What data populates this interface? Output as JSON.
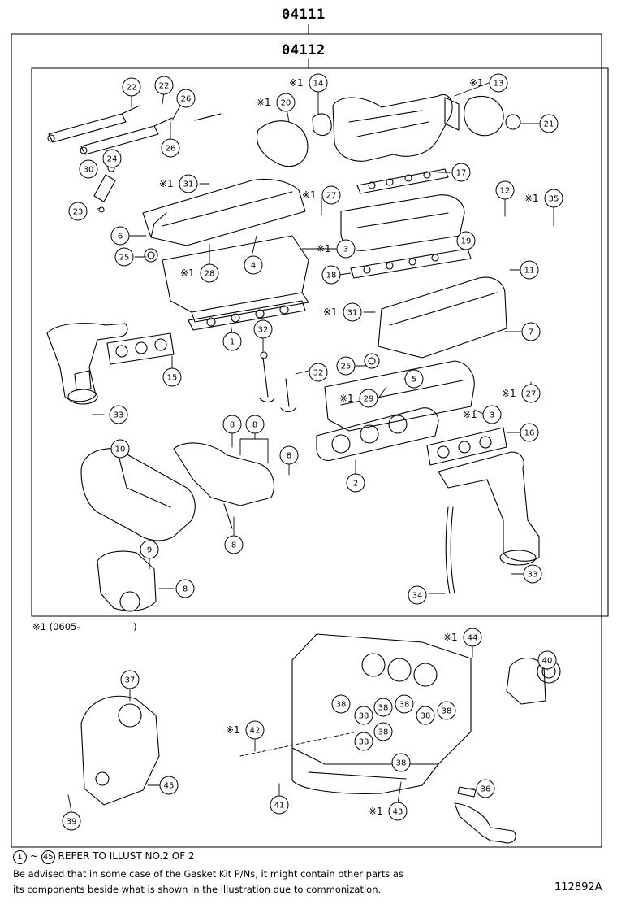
{
  "header": {
    "outer_part_number": "04111",
    "inner_part_number": "04112"
  },
  "date_note": {
    "mark": "※1",
    "text": "(0605-",
    "close": ")"
  },
  "callouts": [
    {
      "id": "c22a",
      "label": "22",
      "mark": ""
    },
    {
      "id": "c22b",
      "label": "22",
      "mark": ""
    },
    {
      "id": "c26a",
      "label": "26",
      "mark": ""
    },
    {
      "id": "c26b",
      "label": "26",
      "mark": ""
    },
    {
      "id": "c24",
      "label": "24",
      "mark": ""
    },
    {
      "id": "c30",
      "label": "30",
      "mark": ""
    },
    {
      "id": "c23",
      "label": "23",
      "mark": ""
    },
    {
      "id": "c20",
      "label": "20",
      "mark": "※1"
    },
    {
      "id": "c14",
      "label": "14",
      "mark": "※1"
    },
    {
      "id": "c13",
      "label": "13",
      "mark": "※1"
    },
    {
      "id": "c21",
      "label": "21",
      "mark": ""
    },
    {
      "id": "c17",
      "label": "17",
      "mark": ""
    },
    {
      "id": "c31a",
      "label": "31",
      "mark": "※1"
    },
    {
      "id": "c27a",
      "label": "27",
      "mark": "※1"
    },
    {
      "id": "c12",
      "label": "12",
      "mark": ""
    },
    {
      "id": "c35",
      "label": "35",
      "mark": "※1"
    },
    {
      "id": "c6",
      "label": "6",
      "mark": ""
    },
    {
      "id": "c25a",
      "label": "25",
      "mark": ""
    },
    {
      "id": "c28",
      "label": "28",
      "mark": "※1"
    },
    {
      "id": "c4",
      "label": "4",
      "mark": ""
    },
    {
      "id": "c3a",
      "label": "3",
      "mark": "※1"
    },
    {
      "id": "c19",
      "label": "19",
      "mark": ""
    },
    {
      "id": "c18",
      "label": "18",
      "mark": ""
    },
    {
      "id": "c11",
      "label": "11",
      "mark": ""
    },
    {
      "id": "c31b",
      "label": "31",
      "mark": "※1"
    },
    {
      "id": "c1",
      "label": "1",
      "mark": ""
    },
    {
      "id": "c32a",
      "label": "32",
      "mark": ""
    },
    {
      "id": "c7",
      "label": "7",
      "mark": ""
    },
    {
      "id": "c25b",
      "label": "25",
      "mark": ""
    },
    {
      "id": "c15",
      "label": "15",
      "mark": ""
    },
    {
      "id": "c32b",
      "label": "32",
      "mark": ""
    },
    {
      "id": "c5",
      "label": "5",
      "mark": ""
    },
    {
      "id": "c29",
      "label": "29",
      "mark": "※1"
    },
    {
      "id": "c27b",
      "label": "27",
      "mark": "※1"
    },
    {
      "id": "c33a",
      "label": "33",
      "mark": ""
    },
    {
      "id": "c3b",
      "label": "3",
      "mark": "※1"
    },
    {
      "id": "c8a",
      "label": "8",
      "mark": ""
    },
    {
      "id": "c8b",
      "label": "8",
      "mark": ""
    },
    {
      "id": "c16",
      "label": "16",
      "mark": ""
    },
    {
      "id": "c10",
      "label": "10",
      "mark": ""
    },
    {
      "id": "c8c",
      "label": "8",
      "mark": ""
    },
    {
      "id": "c2",
      "label": "2",
      "mark": ""
    },
    {
      "id": "c8d",
      "label": "8",
      "mark": ""
    },
    {
      "id": "c9",
      "label": "9",
      "mark": ""
    },
    {
      "id": "c8e",
      "label": "8",
      "mark": ""
    },
    {
      "id": "c33b",
      "label": "33",
      "mark": ""
    },
    {
      "id": "c34",
      "label": "34",
      "mark": ""
    },
    {
      "id": "c44",
      "label": "44",
      "mark": "※1"
    },
    {
      "id": "c40",
      "label": "40",
      "mark": ""
    },
    {
      "id": "c37",
      "label": "37",
      "mark": ""
    },
    {
      "id": "c38a",
      "label": "38",
      "mark": ""
    },
    {
      "id": "c38b",
      "label": "38",
      "mark": ""
    },
    {
      "id": "c38c",
      "label": "38",
      "mark": ""
    },
    {
      "id": "c38d",
      "label": "38",
      "mark": ""
    },
    {
      "id": "c38e",
      "label": "38",
      "mark": ""
    },
    {
      "id": "c38f",
      "label": "38",
      "mark": ""
    },
    {
      "id": "c38g",
      "label": "38",
      "mark": ""
    },
    {
      "id": "c38h",
      "label": "38",
      "mark": ""
    },
    {
      "id": "c38i",
      "label": "38",
      "mark": ""
    },
    {
      "id": "c42",
      "label": "42",
      "mark": "※1"
    },
    {
      "id": "c45",
      "label": "45",
      "mark": ""
    },
    {
      "id": "c36",
      "label": "36",
      "mark": ""
    },
    {
      "id": "c41",
      "label": "41",
      "mark": ""
    },
    {
      "id": "c43",
      "label": "43",
      "mark": "※1"
    },
    {
      "id": "c39",
      "label": "39",
      "mark": ""
    }
  ],
  "footer": {
    "range_start": "1",
    "range_sep": "~",
    "range_end": "45",
    "refer_text": "REFER TO ILLUST NO.2 OF 2",
    "advisory_line1": "Be advised that in some case of the Gasket Kit P/Ns, it might contain other parts as",
    "advisory_line2": "its components beside what is shown in the illustration due to commonization.",
    "figure_number": "112892A"
  }
}
